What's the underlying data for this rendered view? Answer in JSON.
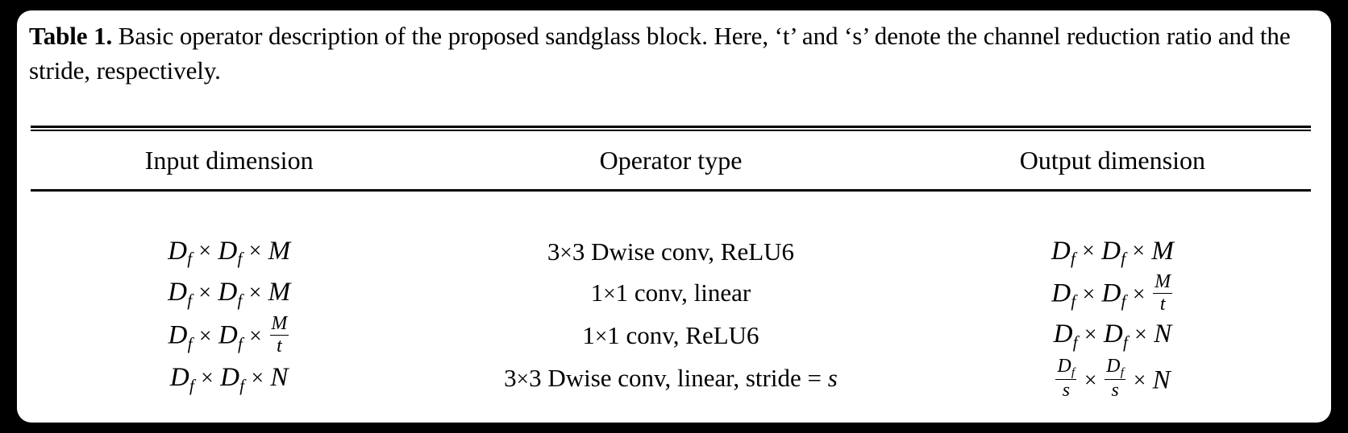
{
  "figure": {
    "kind": "academic-paper-table",
    "caption": {
      "label": "Table 1.",
      "text": " Basic operator description of the proposed sandglass block. Here, ‘t’ and ‘s’ denote the channel reduction ratio and the stride, respectively."
    },
    "colors": {
      "page_background": "#000000",
      "card_background": "#ffffff",
      "text": "#000000",
      "rule": "#000000"
    }
  },
  "table": {
    "columns": [
      "Input dimension",
      "Operator type",
      "Output dimension"
    ],
    "rows": [
      {
        "input": "D_f × D_f × M",
        "operator": "3×3 Dwise conv, ReLU6",
        "output": "D_f × D_f × M"
      },
      {
        "input": "D_f × D_f × M",
        "operator": "1×1 conv, linear",
        "output": "D_f × D_f × M/t"
      },
      {
        "input": "D_f × D_f × M/t",
        "operator": "1×1 conv, ReLU6",
        "output": "D_f × D_f × N"
      },
      {
        "input": "D_f × D_f × N",
        "operator": "3×3 Dwise conv, linear, stride = s",
        "output": "D_f/s × D_f/s × N"
      }
    ],
    "symbols": {
      "D": "D",
      "f": "f",
      "M": "M",
      "N": "N",
      "t": "t",
      "s": "s",
      "times": "×",
      "kernel_3": "3",
      "kernel_1": "1",
      "op_dwise_relu6": "Dwise conv, ReLU6",
      "op_conv_linear": "conv, linear",
      "op_conv_relu6": "conv, ReLU6",
      "op_dwise_linear_stride": "Dwise conv, linear, stride ="
    }
  }
}
